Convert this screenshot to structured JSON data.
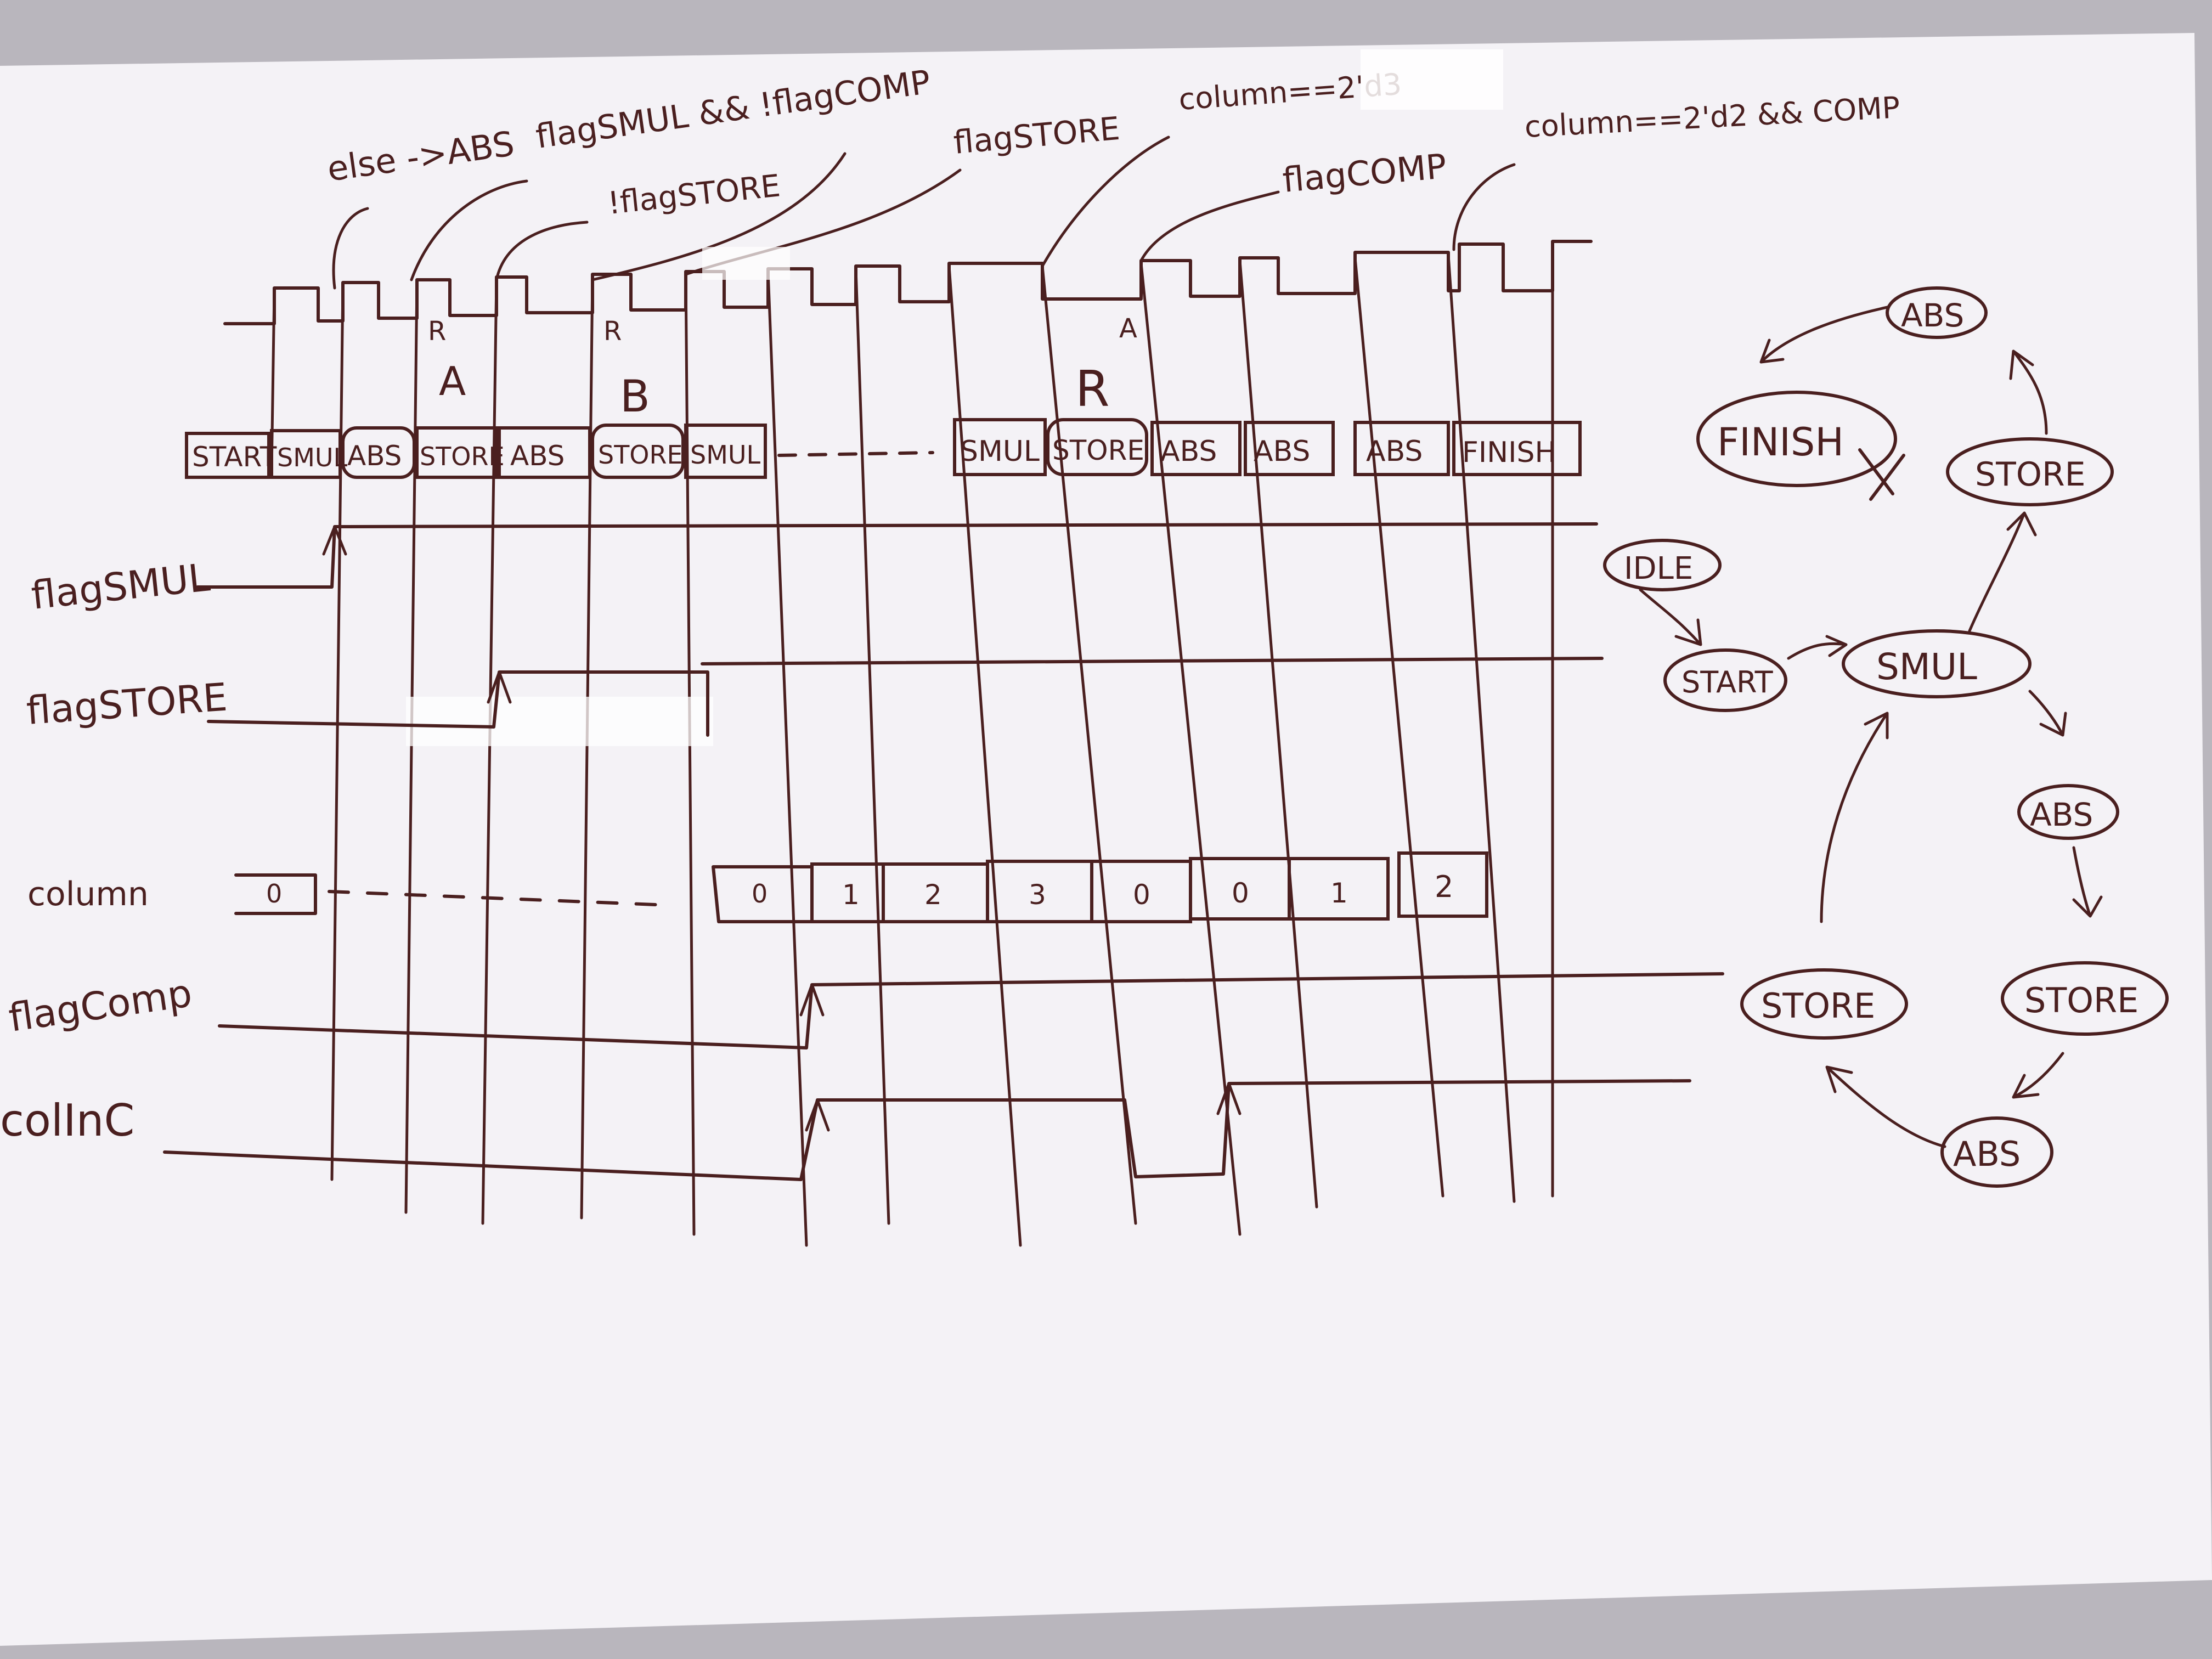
{
  "ink_color": "#4a1f1f",
  "paper_color": "#f4f2f6",
  "clock_annotations": [
    {
      "text": "else ->ABS"
    },
    {
      "text": "flagSMUL && !flagCOMP"
    },
    {
      "text": "!flagSTORE"
    },
    {
      "text": "flagSTORE"
    },
    {
      "text": "column==2'd3"
    },
    {
      "text": "flagCOMP"
    },
    {
      "text": "column==2'd2 && COMP"
    }
  ],
  "small_marks": {
    "r1": "R",
    "a1": "A",
    "r2": "R",
    "b1": "B",
    "r3": "R",
    "a2": "A"
  },
  "states": [
    "START",
    "SMUL",
    "ABS",
    "STORE",
    "ABS",
    "STORE",
    "SMUL",
    "SMUL",
    "STORE",
    "ABS",
    "ABS",
    "ABS",
    "FINISH"
  ],
  "signals": {
    "flagSMUL": "flagSMUL",
    "flagSTORE": "flagSTORE",
    "column": "column",
    "flagComp": "flagComp",
    "colInc": "colInC"
  },
  "column_values": [
    "0",
    "0",
    "1",
    "2",
    "3",
    "0",
    "0",
    "1",
    "2"
  ],
  "fsm": {
    "idle": "IDLE",
    "start": "START",
    "smul": "SMUL",
    "abs_a": "ABS",
    "store_a": "STORE",
    "abs_b": "ABS",
    "store_b": "STORE",
    "abs_c": "ABS",
    "store_c": "STORE",
    "finish": "FINISH"
  }
}
